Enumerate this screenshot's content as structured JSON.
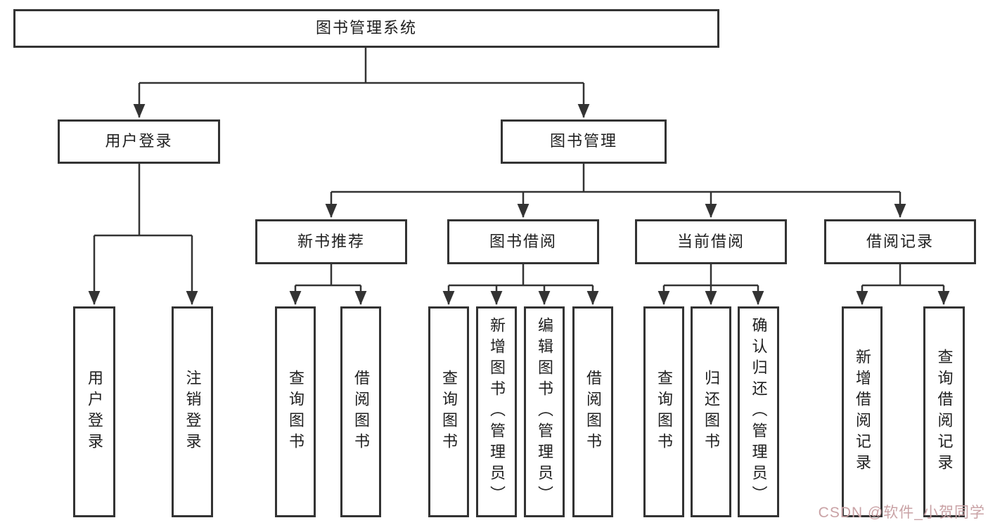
{
  "diagram": {
    "type": "tree",
    "root": {
      "label": "图书管理系统",
      "children": [
        {
          "label": "用户登录",
          "children": [
            {
              "label": "用户登录"
            },
            {
              "label": "注销登录"
            }
          ]
        },
        {
          "label": "图书管理",
          "children": [
            {
              "label": "新书推荐",
              "children": [
                {
                  "label": "查询图书"
                },
                {
                  "label": "借阅图书"
                }
              ]
            },
            {
              "label": "图书借阅",
              "children": [
                {
                  "label": "查询图书"
                },
                {
                  "label": "新增图书（管理员）"
                },
                {
                  "label": "编辑图书（管理员）"
                },
                {
                  "label": "借阅图书"
                }
              ]
            },
            {
              "label": "当前借阅",
              "children": [
                {
                  "label": "查询图书"
                },
                {
                  "label": "归还图书"
                },
                {
                  "label": "确认归还（管理员）"
                }
              ]
            },
            {
              "label": "借阅记录",
              "children": [
                {
                  "label": "新增借阅记录"
                },
                {
                  "label": "查询借阅记录"
                }
              ]
            }
          ]
        }
      ]
    },
    "colors": {
      "line": "#333333",
      "box_border": "#333333",
      "box_fill": "#ffffff",
      "background": "#ffffff",
      "text": "#1f1f1f"
    }
  },
  "watermark": {
    "text": "CSDN @软件_小贺同学",
    "color": "#c9a2a5"
  }
}
